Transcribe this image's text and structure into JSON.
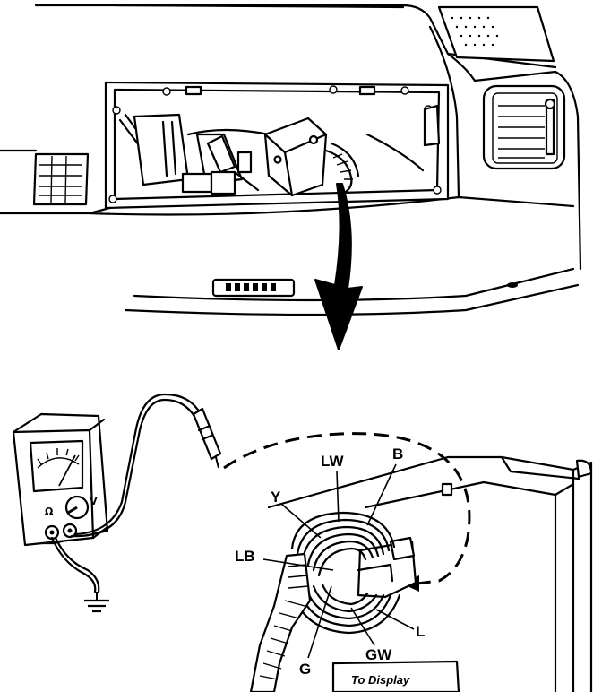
{
  "wire_labels": {
    "lw": "LW",
    "b": "B",
    "y": "Y",
    "lb": "LB",
    "l": "L",
    "gw": "GW",
    "g": "G"
  },
  "meter": {
    "ohm_symbol": "Ω",
    "volt_symbol": "V"
  },
  "connector_text": "To Display"
}
